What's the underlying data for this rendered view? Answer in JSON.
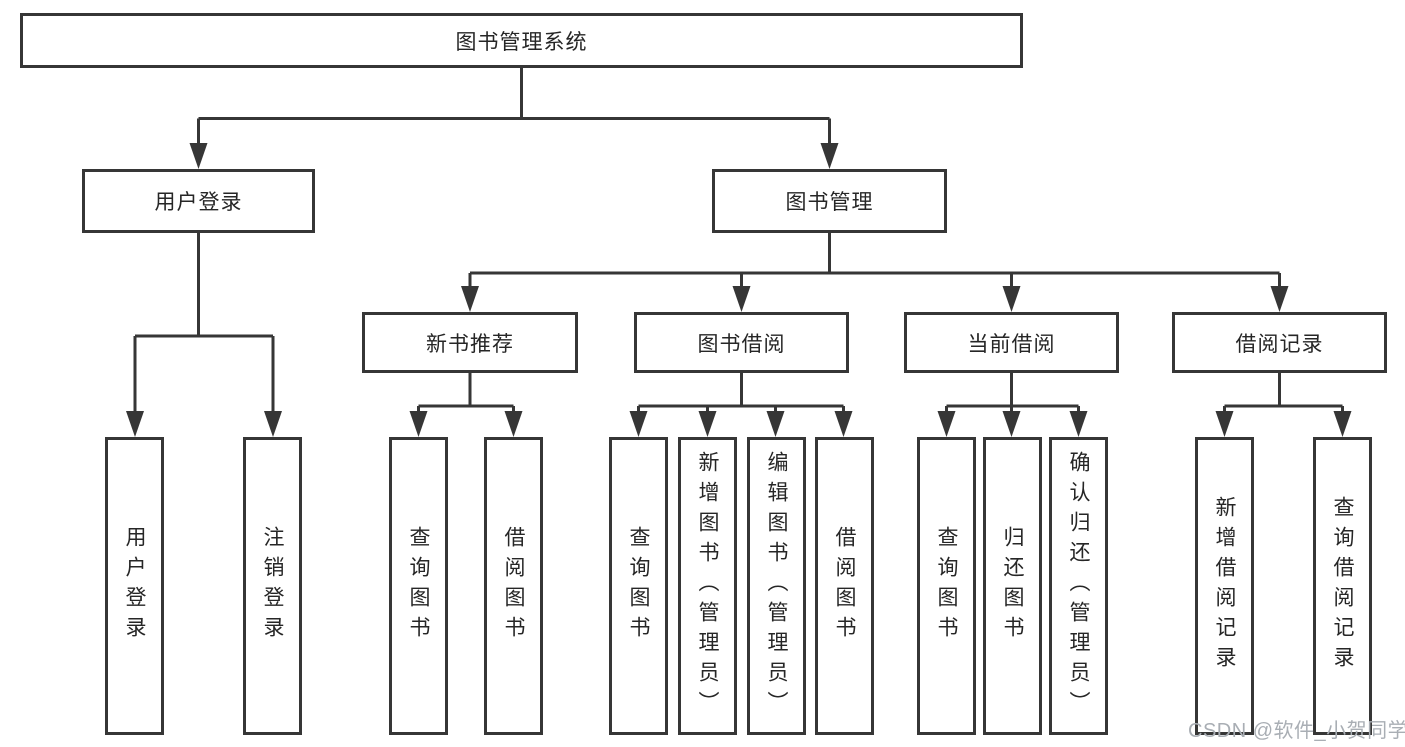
{
  "diagram": {
    "type": "hierarchy-tree",
    "colors": {
      "line": "#363636",
      "box_border": "#363636",
      "text": "#262626",
      "background": "#ffffff",
      "watermark": "#a9aeb4"
    },
    "nodes": {
      "root": "图书管理系统",
      "level2": [
        "用户登录",
        "图书管理"
      ],
      "level3": [
        "新书推荐",
        "图书借阅",
        "当前借阅",
        "借阅记录"
      ],
      "leaves": [
        "用户登录",
        "注销登录",
        "查询图书",
        "借阅图书",
        "查询图书",
        "新增图书（管理员）",
        "编辑图书（管理员）",
        "借阅图书",
        "查询图书",
        "归还图书",
        "确认归还（管理员）",
        "新增借阅记录",
        "查询借阅记录"
      ]
    },
    "edges": [
      {
        "from": "图书管理系统",
        "to": [
          "用户登录",
          "图书管理"
        ]
      },
      {
        "from": "用户登录",
        "to": [
          "用户登录",
          "注销登录"
        ]
      },
      {
        "from": "图书管理",
        "to": [
          "新书推荐",
          "图书借阅",
          "当前借阅",
          "借阅记录"
        ]
      },
      {
        "from": "新书推荐",
        "to": [
          "查询图书",
          "借阅图书"
        ]
      },
      {
        "from": "图书借阅",
        "to": [
          "查询图书",
          "新增图书（管理员）",
          "编辑图书（管理员）",
          "借阅图书"
        ]
      },
      {
        "from": "当前借阅",
        "to": [
          "查询图书",
          "归还图书",
          "确认归还（管理员）"
        ]
      },
      {
        "from": "借阅记录",
        "to": [
          "新增借阅记录",
          "查询借阅记录"
        ]
      }
    ],
    "watermark": "CSDN @软件_小贺同学"
  }
}
